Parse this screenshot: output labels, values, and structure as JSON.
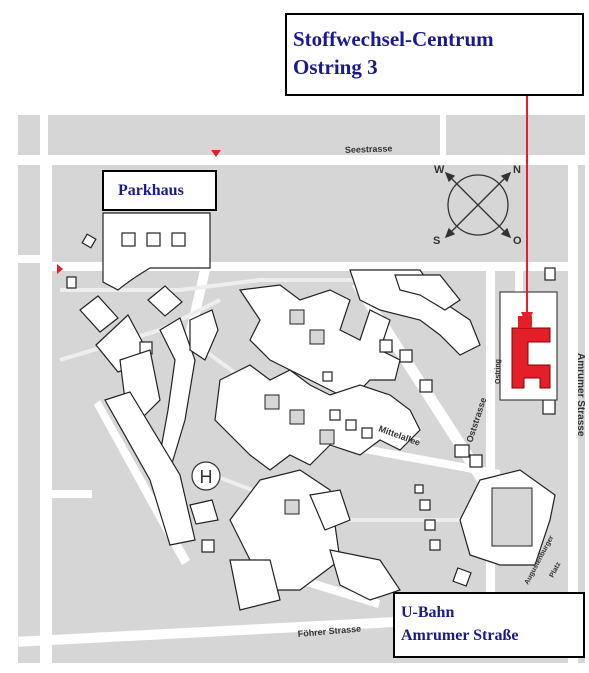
{
  "callouts": {
    "main_line1": "Stoffwechsel-Centrum",
    "main_line2": "Ostring 3",
    "parking": "Parkhaus",
    "ubahn_line1": "U-Bahn",
    "ubahn_line2": "Amrumer Straße"
  },
  "streets": {
    "seestrasse": "Seestrasse",
    "amrumer": "Amrumer Strasse",
    "ostring": "Ostring",
    "oststrasse": "Oststrasse",
    "mittelallee": "Mittelallee",
    "foehrer": "Föhrer Strasse",
    "augustenburger_line1": "Augustenburger",
    "augustenburger_line2": "Platz"
  },
  "compass": {
    "w": "W",
    "n": "N",
    "s": "S",
    "o": "O"
  },
  "helipad": "H",
  "colors": {
    "map_background": "#d6d6d6",
    "street": "#ffffff",
    "building": "#ffffff",
    "building_outline": "#222222",
    "highlight": "#e3202a",
    "callout_text": "#1a1a8c"
  }
}
